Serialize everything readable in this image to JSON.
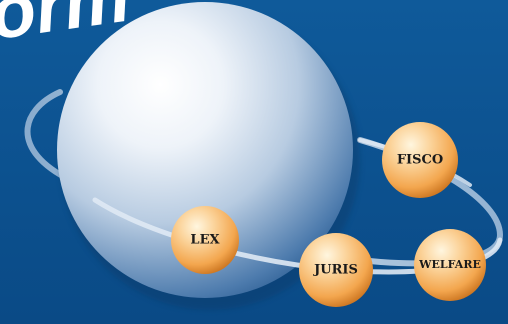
{
  "title_fragment": "orm",
  "colors": {
    "background": "#0d5592",
    "background_dark": "#0a4580",
    "sphere_light": "#ffffff",
    "sphere_dark": "#1c4f86",
    "ring": "#c8d8ea",
    "orb_light": "#fff4d8",
    "orb_mid": "#f7b860",
    "orb_dark": "#d47d22"
  },
  "orbs": [
    {
      "id": "fisco",
      "label": "FISCO"
    },
    {
      "id": "lex",
      "label": "LEX"
    },
    {
      "id": "juris",
      "label": "JURIS"
    },
    {
      "id": "welfare",
      "label": "WELFARE"
    }
  ]
}
